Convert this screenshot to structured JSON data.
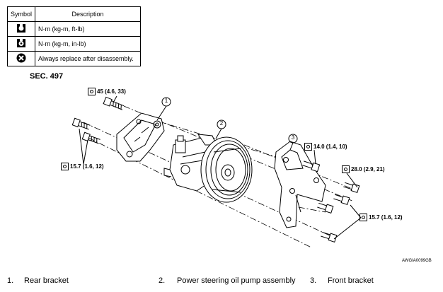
{
  "legend": {
    "header_symbol": "Symbol",
    "header_description": "Description",
    "rows": [
      {
        "icon": "torque-nm-kgm-ftlb-icon",
        "text": "N·m (kg-m, ft-lb)"
      },
      {
        "icon": "torque-nm-kgm-inlb-icon",
        "text": "N·m (kg-m, in-lb)"
      },
      {
        "icon": "always-replace-icon",
        "text": "Always replace after disassembly."
      }
    ]
  },
  "section": "SEC. 497",
  "callouts": [
    "1",
    "2",
    "3"
  ],
  "torques": {
    "t45": "45 (4.6, 33)",
    "t15a": "15.7 (1.6, 12)",
    "t14": "14.0 (1.4, 10)",
    "t28": "28.0 (2.9, 21)",
    "t15b": "15.7 (1.6, 12)"
  },
  "figure_code": "AWGIA0099GB",
  "captions": [
    {
      "num": "1.",
      "label": "Rear bracket"
    },
    {
      "num": "2.",
      "label": "Power steering oil pump assembly"
    },
    {
      "num": "3.",
      "label": "Front bracket"
    }
  ]
}
